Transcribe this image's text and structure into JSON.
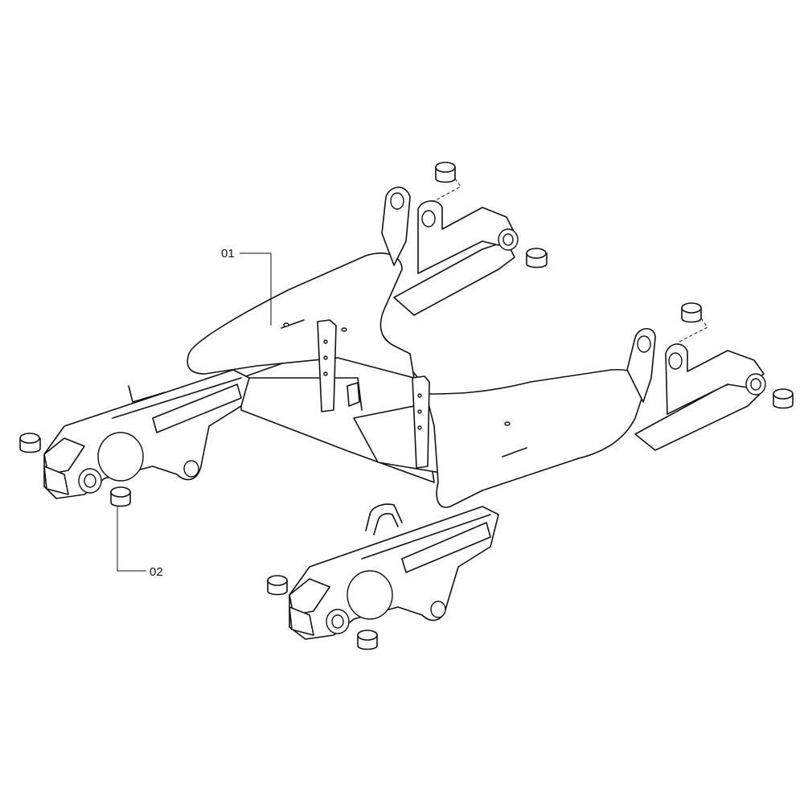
{
  "callouts": [
    {
      "id": "01",
      "label": "01"
    },
    {
      "id": "02",
      "label": "02"
    }
  ],
  "line_color": "#111111",
  "background_color": "#ffffff"
}
